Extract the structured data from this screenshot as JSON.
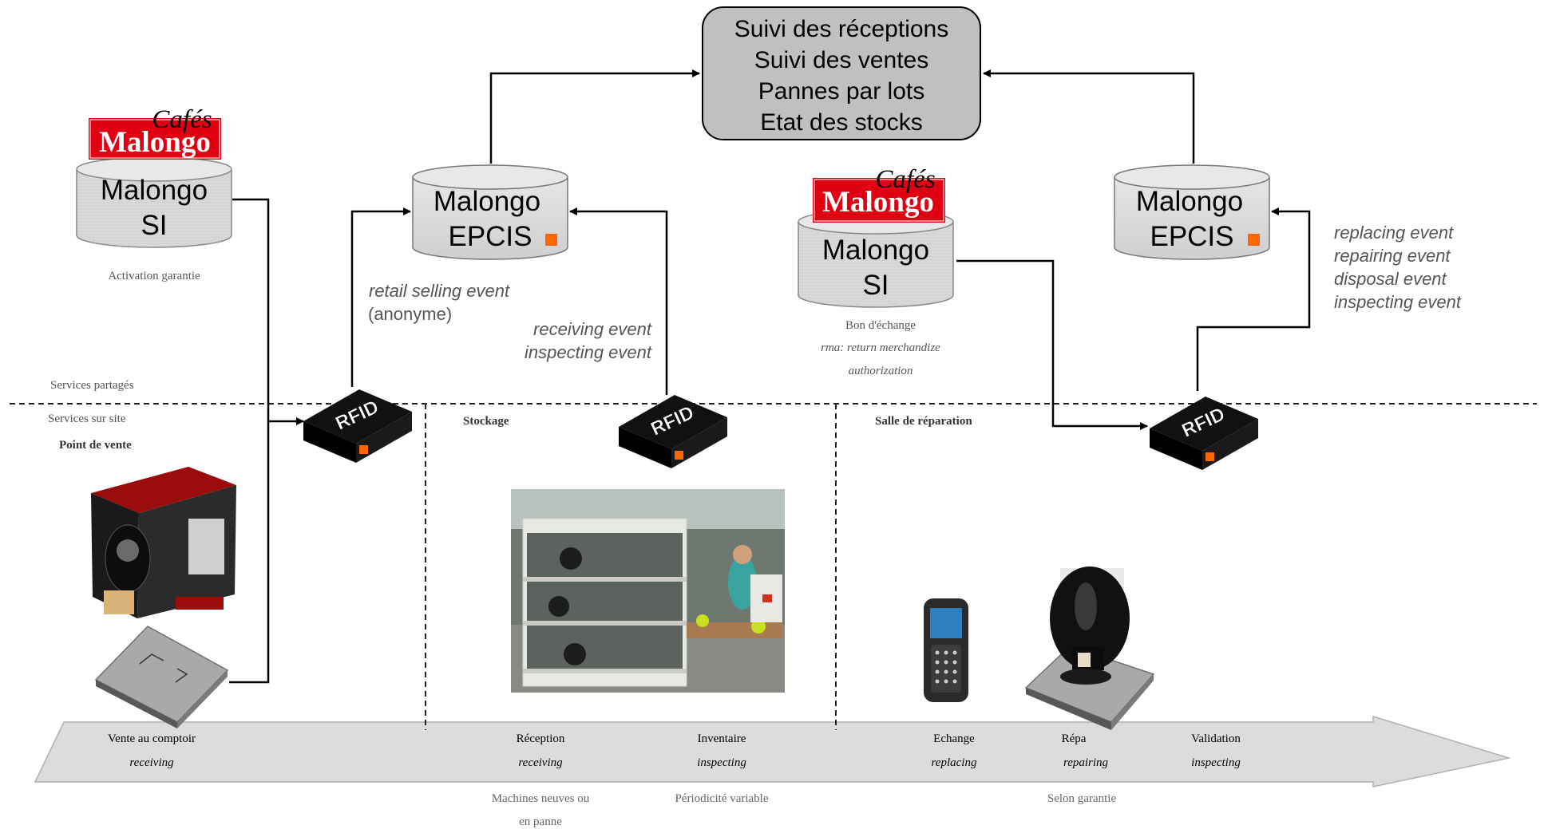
{
  "summary_box": {
    "lines": [
      "Suivi des réceptions",
      "Suivi des ventes",
      "Pannes par lots",
      "Etat des stocks"
    ]
  },
  "databases": {
    "si_left": {
      "line1": "Malongo",
      "line2": "SI",
      "caption": "Activation garantie"
    },
    "epcis_left": {
      "line1": "Malongo",
      "line2": "EPCIS"
    },
    "si_right": {
      "line1": "Malongo",
      "line2": "SI",
      "caption_lines": [
        "Bon d'échange",
        "rma: return merchandize",
        "authorization"
      ]
    },
    "epcis_right": {
      "line1": "Malongo",
      "line2": "EPCIS"
    }
  },
  "logo": {
    "script": "Cafés",
    "brand": "Malongo"
  },
  "events": {
    "retail": {
      "line1": "retail selling event",
      "line2": "(anonyme)"
    },
    "receiving": {
      "line1": "receiving event",
      "line2": "inspecting event"
    },
    "repair": [
      "replacing event",
      "repairing event",
      "disposal event",
      "inspecting event"
    ]
  },
  "zones": {
    "shared": "Services partagés",
    "onsite": "Services sur site",
    "point_de_vente": "Point de vente",
    "stockage": "Stockage",
    "salle": "Salle de réparation"
  },
  "reader_label": "RFID",
  "process_steps": [
    {
      "label": "Vente au comptoir",
      "event": "receiving"
    },
    {
      "label": "Réception",
      "event": "receiving"
    },
    {
      "label": "Inventaire",
      "event": "inspecting"
    },
    {
      "label": "Echange",
      "event": "replacing"
    },
    {
      "label": "Répa",
      "event": "repairing"
    },
    {
      "label": "Validation",
      "event": "inspecting"
    }
  ],
  "notes": {
    "reception": [
      "Machines neuves ou",
      "en panne"
    ],
    "inventaire": "Périodicité variable",
    "garantie": "Selon garantie"
  },
  "colors": {
    "db_fill": "#d4d4d4",
    "box_fill": "#c0c0c0",
    "logo_red": "#e00012",
    "orange": "#ff6600",
    "arrow_fill": "#dcdcdc",
    "event_text": "#555555"
  }
}
